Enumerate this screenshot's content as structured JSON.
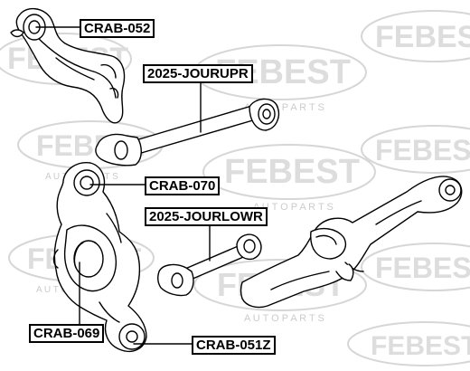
{
  "watermark": {
    "brand": "FEBEST",
    "tagline": "A U T O   P A R T S",
    "color": "#d9d9d9"
  },
  "labels": {
    "crab_052": "CRAB-052",
    "jour_upr": "2025-JOURUPR",
    "crab_070": "CRAB-070",
    "jour_lowr": "2025-JOURLOWR",
    "crab_069": "CRAB-069",
    "crab_051z": "CRAB-051Z"
  },
  "colors": {
    "line": "#000000",
    "part_fill": "#ffffff",
    "label_border": "#000000"
  }
}
